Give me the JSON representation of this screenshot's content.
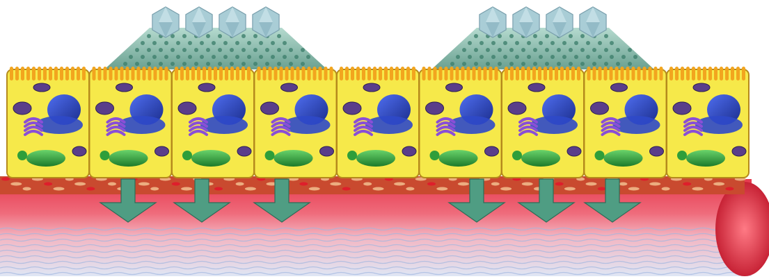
{
  "figure": {
    "virus_groups": [
      {
        "count": 4
      },
      {
        "count": 4
      }
    ],
    "cells": {
      "count": 9
    },
    "arrows": {
      "count": 6
    },
    "colors": {
      "background": "#ffffff",
      "cell_body": "#f6e94a",
      "cell_border": "#b58a1c",
      "microvilli": "#f2a51e",
      "nucleus": "#2f49c9",
      "nucleus_dark": "#1c2f8f",
      "golgi": "#8a4fd6",
      "er": "#2f9e3a",
      "mitochondria": "#5a3e8a",
      "virus_cloud": "#7fb5a4",
      "virus_particle": "#a9cdd6",
      "tissue_layer": "#d8573a",
      "vessel": "#e24a5a",
      "arrow": "#4f9d83"
    }
  }
}
